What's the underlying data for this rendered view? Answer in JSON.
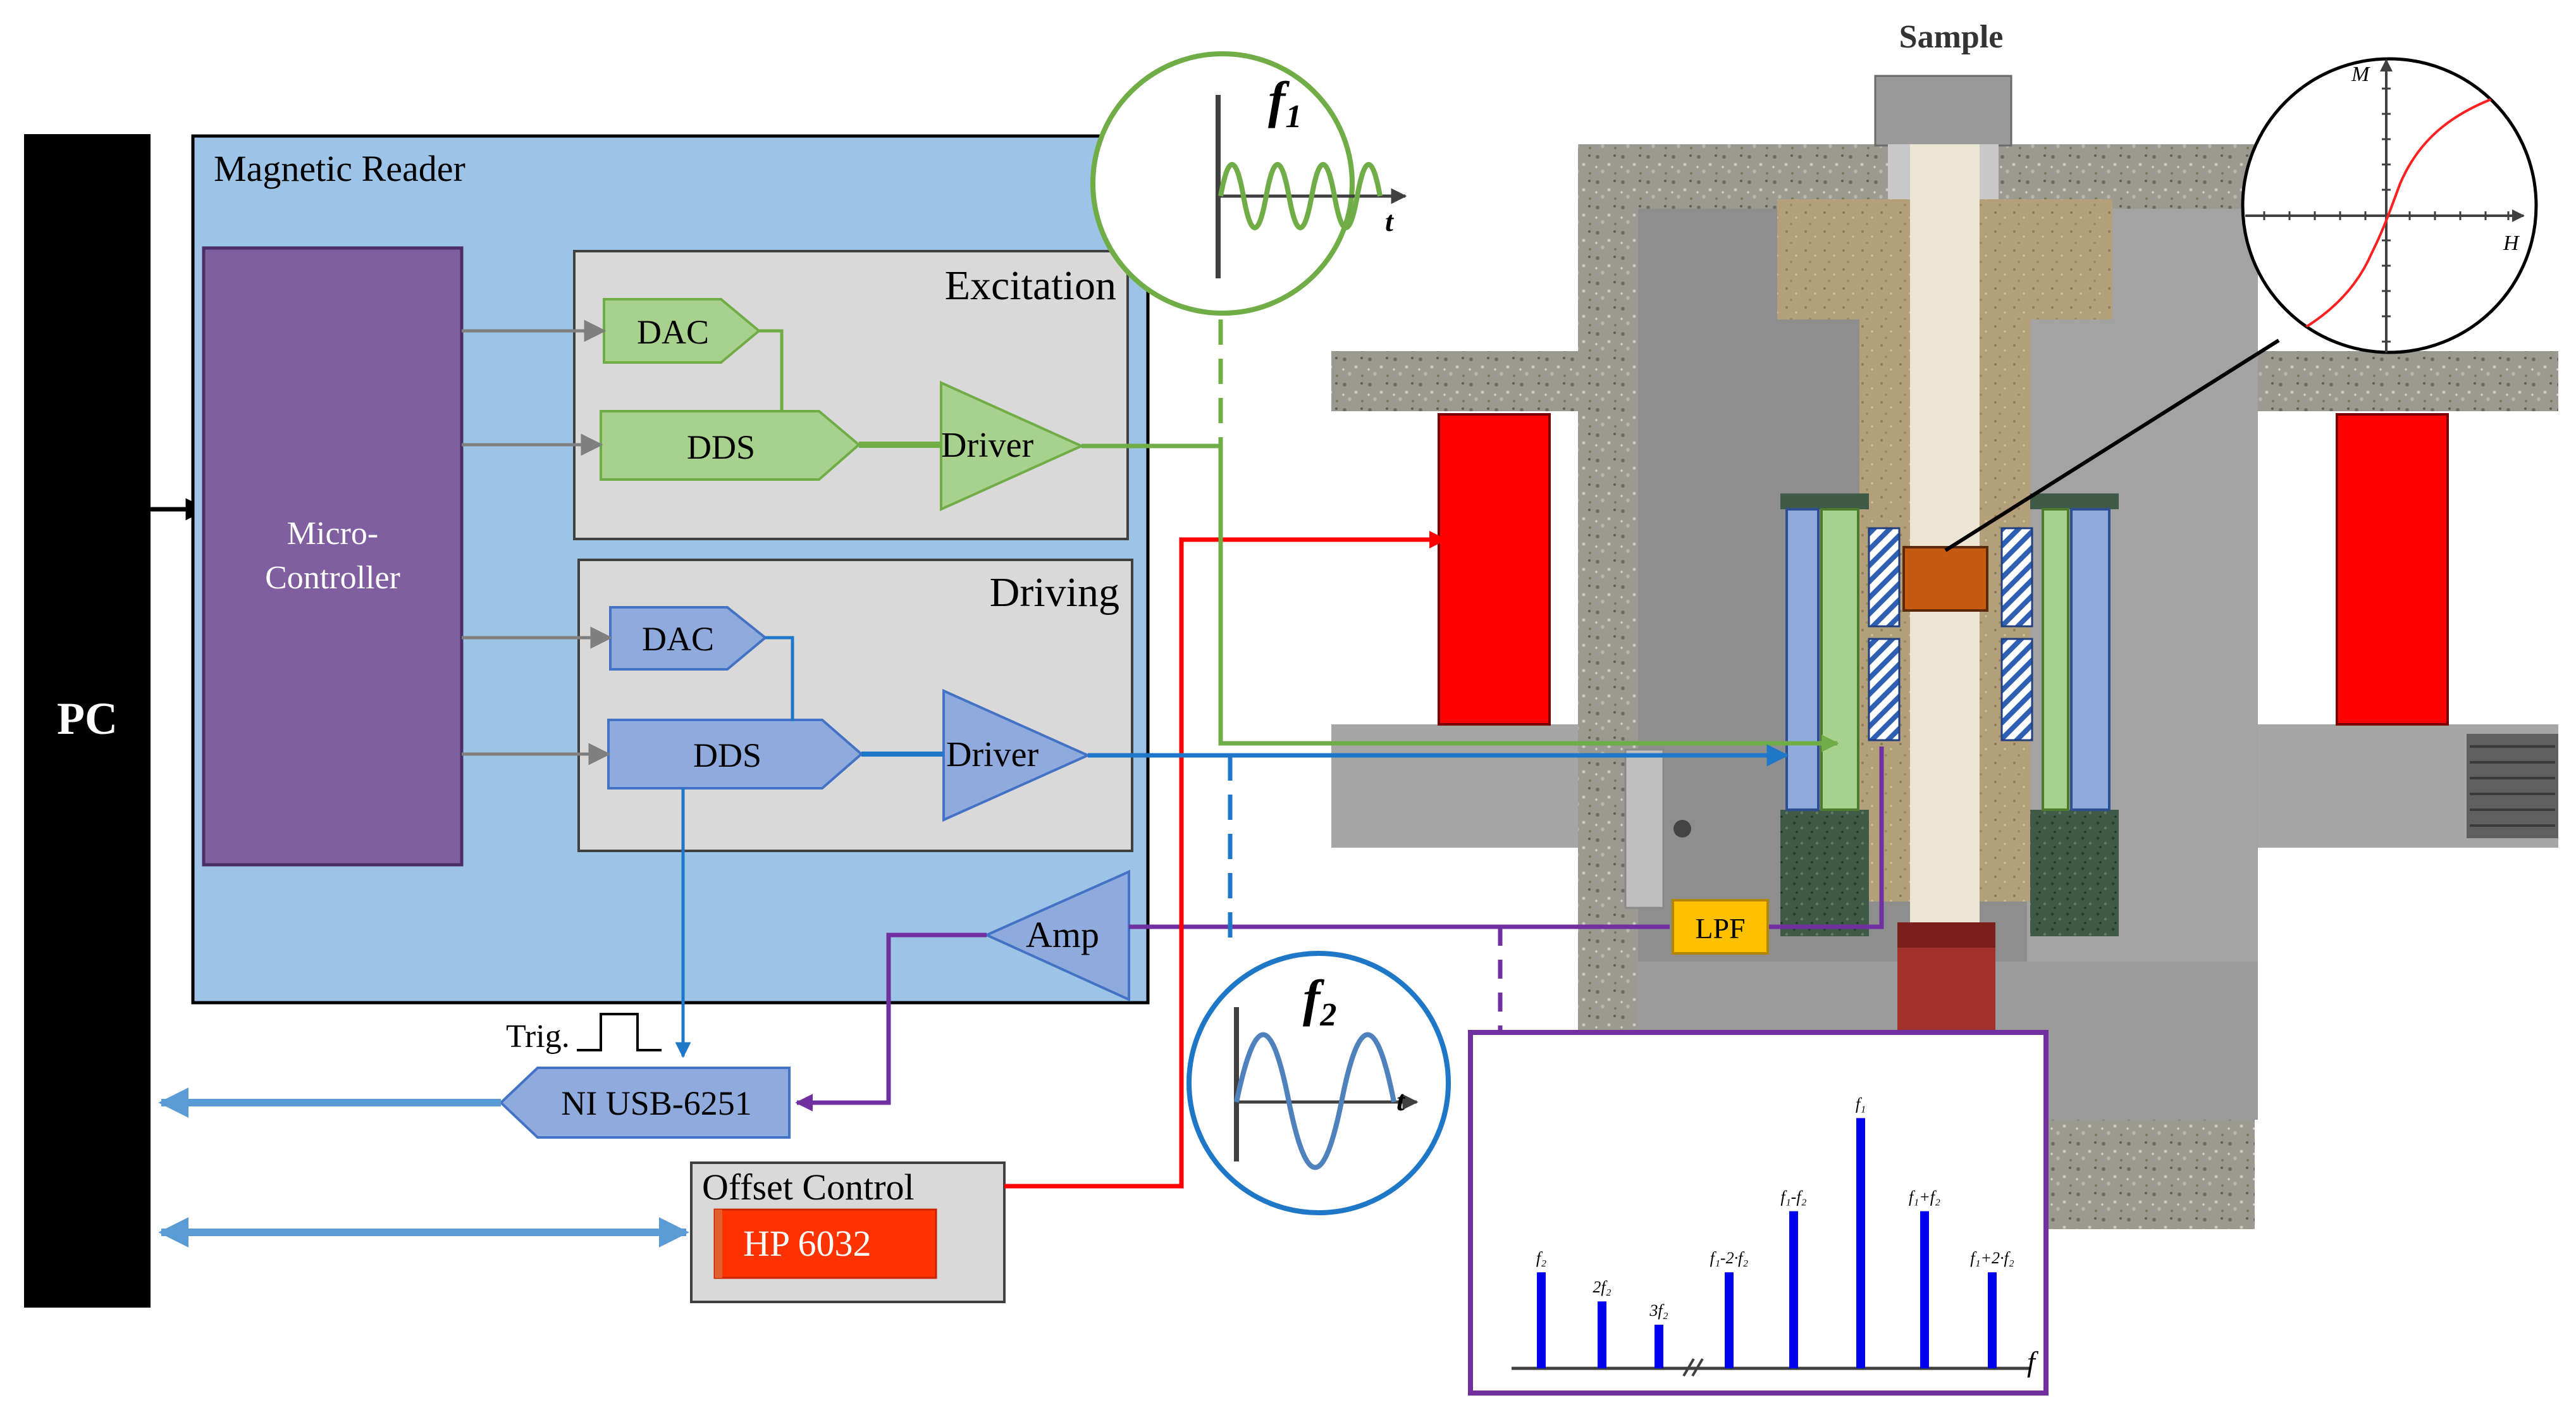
{
  "pc": {
    "label": "PC"
  },
  "reader": {
    "title": "Magnetic Reader",
    "micro_line1": "Micro-",
    "micro_line2": "Controller",
    "excitation": {
      "title": "Excitation",
      "dac": "DAC",
      "dds": "DDS",
      "driver": "Driver"
    },
    "driving": {
      "title": "Driving",
      "dac": "DAC",
      "dds": "DDS",
      "driver": "Driver"
    }
  },
  "amp": {
    "label": "Amp"
  },
  "trig": {
    "label": "Trig."
  },
  "daq": {
    "label": "NI USB-6251"
  },
  "offset": {
    "title": "Offset Control",
    "device": "HP 6032"
  },
  "lpf": {
    "label": "LPF"
  },
  "sample": {
    "label": "Sample"
  },
  "f1": {
    "label": "f",
    "sub": "1",
    "axis": "t"
  },
  "f2": {
    "label": "f",
    "sub": "2",
    "axis": "t"
  },
  "mh": {
    "y_axis": "M",
    "x_axis": "H"
  },
  "spectrum": {
    "axis_label": "f",
    "peaks": [
      {
        "label": "f₂",
        "height": 0.33
      },
      {
        "label": "2f₂",
        "height": 0.23
      },
      {
        "label": "3f₂",
        "height": 0.15
      },
      {
        "label": "f₁-2·f₂",
        "height": 0.33
      },
      {
        "label": "f₁-f₂",
        "height": 0.54
      },
      {
        "label": "f₁",
        "height": 0.86
      },
      {
        "label": "f₁+f₂",
        "height": 0.54
      },
      {
        "label": "f₁+2·f₂",
        "height": 0.33
      }
    ]
  },
  "colors": {
    "reader_bg": "#9dc3e6",
    "micro": "#7f5fa0",
    "excitation_green": "#a9d18e",
    "driving_blue": "#8faadc",
    "red": "#ff0000",
    "purple": "#7030a0",
    "spectrum_bar": "#0000ee",
    "lpf": "#ffc000",
    "hp": "#ff3300"
  }
}
